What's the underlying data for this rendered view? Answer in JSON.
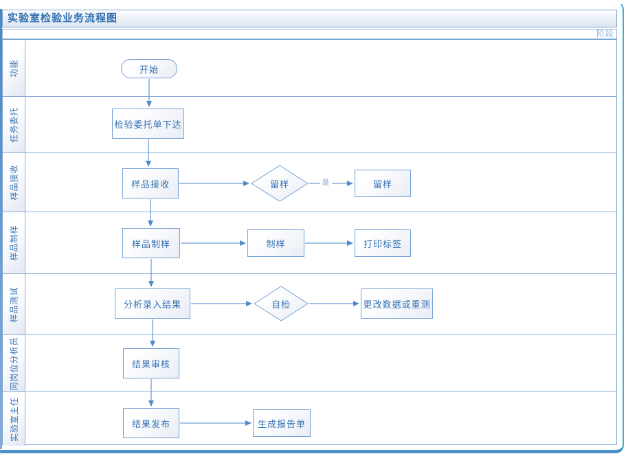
{
  "title": "实验室检验业务流程图",
  "stage_label": "阶段",
  "lanes": [
    {
      "label": "功能"
    },
    {
      "label": "任务委托"
    },
    {
      "label": "样品接收"
    },
    {
      "label": "样品制样"
    },
    {
      "label": "样品测试"
    },
    {
      "label": "同岗位分析员"
    },
    {
      "label": "实验室主任"
    }
  ],
  "nodes": {
    "start": "开始",
    "issue_order": "检验委托单下达",
    "sample_receive": "样品接收",
    "retain_decision": "留样",
    "retain_sample": "留样",
    "sample_prep": "样品制样",
    "make_sample": "制样",
    "print_label": "打印标签",
    "analyze_input": "分析录入结果",
    "self_check": "自检",
    "modify_retest": "更改数据或重测",
    "result_review": "结果审核",
    "result_publish": "结果发布",
    "generate_report": "生成报告单"
  },
  "edge_labels": {
    "retain_yes": "是"
  },
  "colors": {
    "title_text": "#2e6eb0",
    "node_text": "#3370b3",
    "line_blue": "#6b9dd3",
    "frame_teal": "#39b1d3",
    "frame_bottom_blue": "#4c90c7"
  }
}
